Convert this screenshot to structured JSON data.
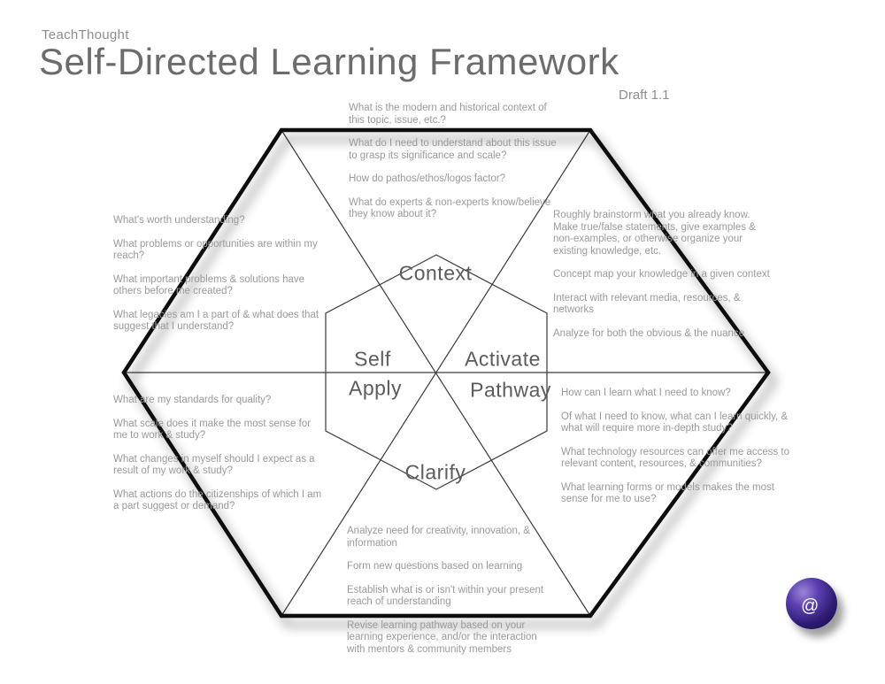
{
  "header": {
    "brand": "TeachThought",
    "title": "Self-Directed Learning Framework",
    "draft": "Draft 1.1"
  },
  "hexagon": {
    "labels": {
      "top": "Context",
      "left_upper": "Self",
      "left_lower": "Apply",
      "right_upper": "Activate",
      "right_lower": "Pathway",
      "bottom": "Clarify"
    },
    "colors": {
      "outline": "#0d0d0d",
      "thin_line": "#3a3a3a"
    }
  },
  "blocks": {
    "top_center": {
      "items": [
        "What is the modern and historical context of this topic, issue, etc.?",
        "What do I need to understand about this issue to grasp its significance and scale?",
        "How do pathos/ethos/logos factor?",
        "What do experts & non-experts know/believe they know about it?"
      ]
    },
    "upper_left": {
      "items": [
        "What's worth understanding?",
        "What problems or opportunities are within my reach?",
        "What important problems & solutions have others before me created?",
        "What legacies am I a part of & what does that suggest that I understand?"
      ]
    },
    "upper_right": {
      "items": [
        "Roughly brainstorm what you already know. Make true/false statements, give examples & non-examples, or otherwise organize your existing knowledge, etc.",
        "Concept map your knowledge in a given context",
        "Interact with relevant media, resources, & networks",
        "Analyze for both the obvious & the nuance"
      ]
    },
    "lower_left": {
      "items": [
        "What are my standards for quality?",
        "What scale does it make the most sense for me to work & study?",
        "What changes in myself should I expect as a result of my work & study?",
        "What actions do the citizenships of which I am a part suggest or demand?"
      ]
    },
    "lower_right": {
      "items": [
        "How can I learn what I need to know?",
        "Of what I need to know, what can I learn quickly, & what will require more in-depth study?",
        "What technology resources can offer me access to relevant content, resources, & communities?",
        "What learning forms or models makes the most sense for me to use?"
      ]
    },
    "bottom_center": {
      "items": [
        "Analyze need for creativity, innovation, & information",
        "Form new questions based on learning",
        "Establish what is or isn't within your present reach of understanding",
        "Revise learning pathway based on your learning experience, and/or the interaction with mentors & community members"
      ]
    }
  },
  "logo": {
    "symbol": "@",
    "color": "#3d2b87"
  }
}
